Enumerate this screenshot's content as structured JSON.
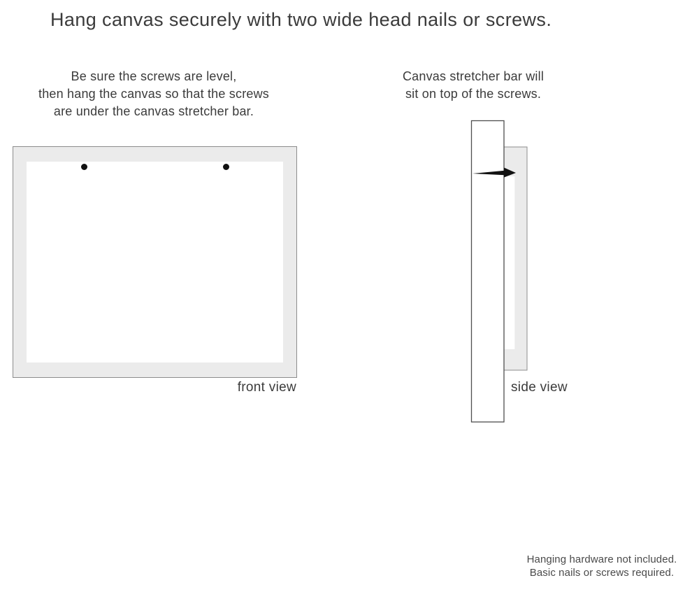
{
  "title": "Hang canvas securely with two wide head nails or screws.",
  "front": {
    "lines": [
      "Be sure the screws are level,",
      "then hang the canvas so that the screws",
      "are under the canvas stretcher bar."
    ],
    "caption": "front view",
    "screw_count": 2
  },
  "side": {
    "lines": [
      "Canvas stretcher bar will",
      "sit on top of the screws."
    ],
    "caption": "side view"
  },
  "footer": {
    "lines": [
      "Hanging hardware not included.",
      "Basic nails or screws required."
    ]
  },
  "colors": {
    "background": "#ffffff",
    "text": "#3b3b3b",
    "muted_text": "#4a4a4a",
    "canvas_fill": "#ebebeb",
    "canvas_border": "#8c8c8c",
    "wall_border": "#4f4f4f",
    "screw": "#111111"
  }
}
